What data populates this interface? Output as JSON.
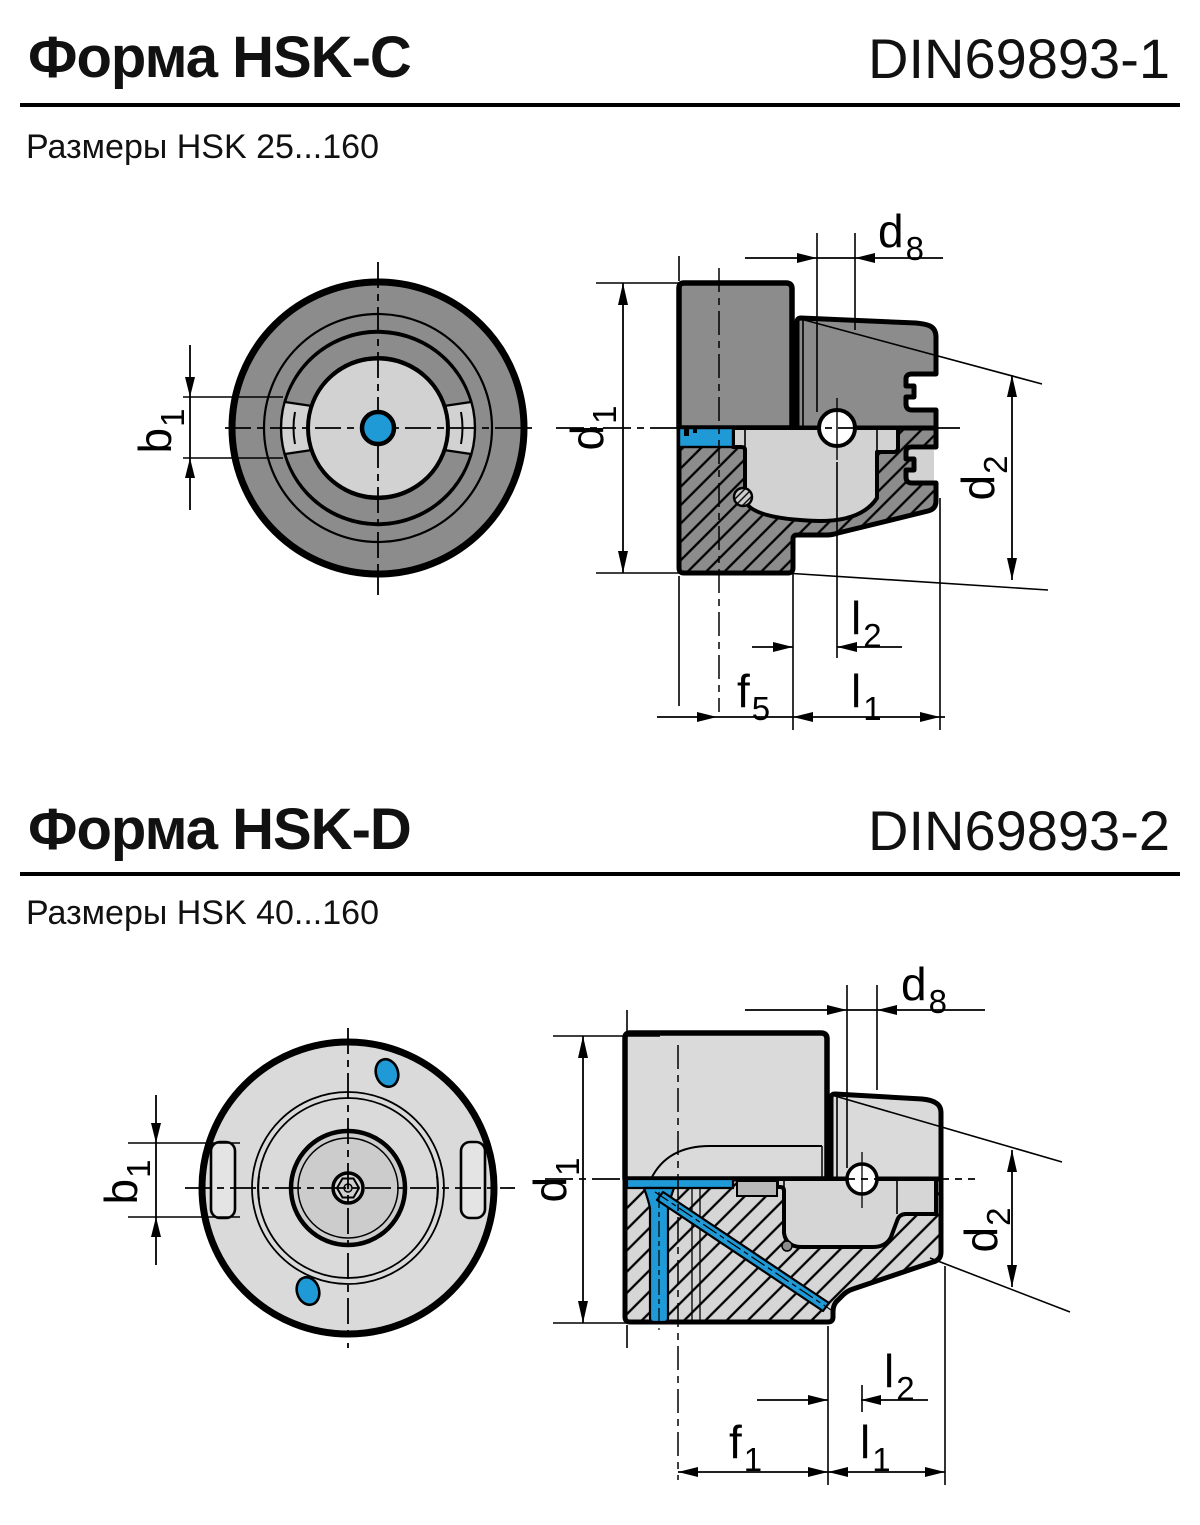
{
  "page": {
    "background": "#ffffff"
  },
  "colors": {
    "accent_blue": "#1f9ad6",
    "steel_dark": "#8c8c8c",
    "steel_light": "#d2d2d2",
    "steel_lighter": "#dadada",
    "steel_mid": "#b8b8b8",
    "outline": "#000000"
  },
  "sections": [
    {
      "title": "Форма HSK-C",
      "standard": "DIN69893-1",
      "subtitle": "Размеры HSK 25...160",
      "dims": {
        "b1": {
          "base": "b",
          "sub": "1"
        },
        "d1": {
          "base": "d",
          "sub": "1"
        },
        "d8": {
          "base": "d",
          "sub": "8"
        },
        "d2": {
          "base": "d",
          "sub": "2"
        },
        "l2": {
          "base": "l",
          "sub": "2"
        },
        "f": {
          "base": "f",
          "sub": "5"
        },
        "l1": {
          "base": "l",
          "sub": "1"
        }
      }
    },
    {
      "title": "Форма HSK-D",
      "standard": "DIN69893-2",
      "subtitle": "Размеры HSK 40...160",
      "dims": {
        "b1": {
          "base": "b",
          "sub": "1"
        },
        "d1": {
          "base": "d",
          "sub": "1"
        },
        "d8": {
          "base": "d",
          "sub": "8"
        },
        "d2": {
          "base": "d",
          "sub": "2"
        },
        "l2": {
          "base": "l",
          "sub": "2"
        },
        "f": {
          "base": "f",
          "sub": "1"
        },
        "l1": {
          "base": "l",
          "sub": "1"
        }
      }
    }
  ]
}
